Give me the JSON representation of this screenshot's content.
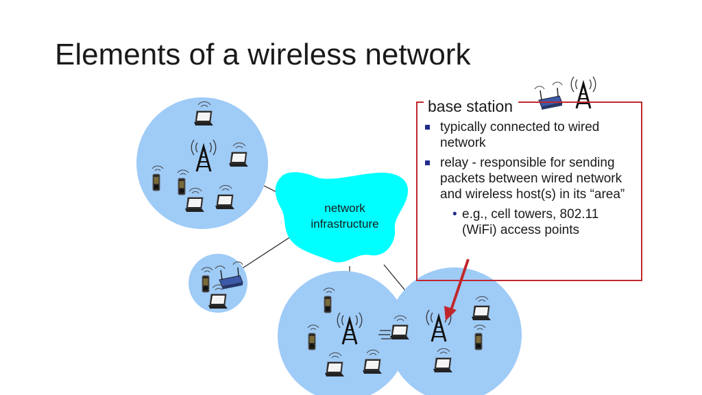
{
  "slide": {
    "title": "Elements of a wireless network"
  },
  "callout": {
    "title": "base station",
    "bullets": [
      "typically connected to wired network",
      "relay - responsible for sending packets between wired network and wireless host(s) in its “area”"
    ],
    "sub_bullet": "e.g., cell towers,  802.11 (WiFi) access points"
  },
  "cloud": {
    "line1": "network",
    "line2": "infrastructure"
  },
  "colors": {
    "cell_fill": "#9fcbf7",
    "cloud_fill": "#00ffff",
    "callout_border": "#c0272d",
    "arrow": "#c0272d",
    "bullet": "#1f2a8a"
  }
}
